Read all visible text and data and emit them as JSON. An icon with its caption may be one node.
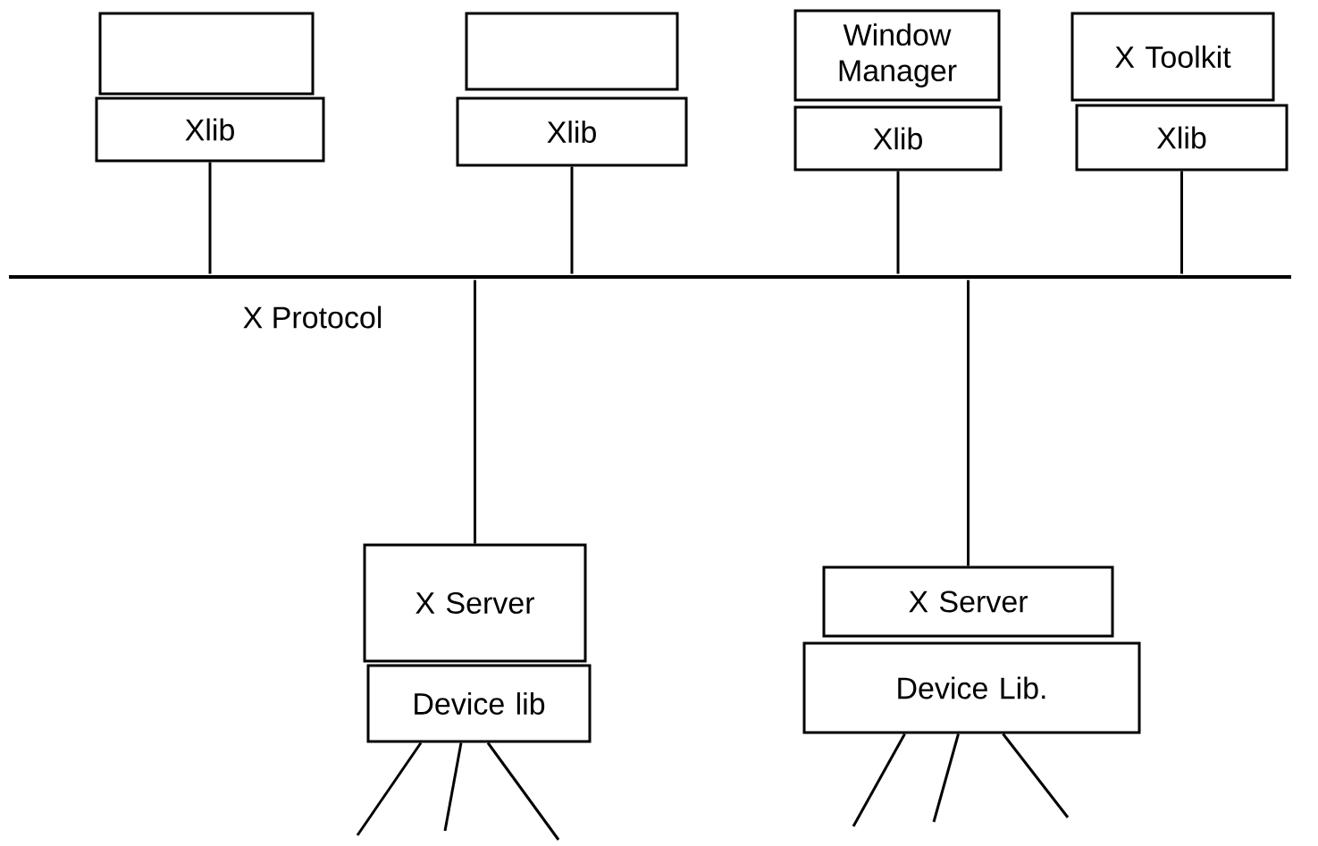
{
  "diagram": {
    "nodes": [
      {
        "text": [],
        "shape": "box"
      },
      {
        "text": [
          "Xlib"
        ]
      },
      {
        "text": [],
        "shape": "box"
      },
      {
        "text": [
          "Xlib"
        ]
      },
      {
        "text": [
          "Window Manager"
        ]
      },
      {
        "text": [
          "Xlib"
        ]
      },
      {
        "text": [
          "X Toolkit"
        ]
      },
      {
        "text": [
          "Xlib"
        ]
      },
      {
        "text": [],
        "shape": "bar",
        "beside": [
          "X Protocol"
        ]
      },
      {
        "text": [
          "X Server"
        ]
      },
      {
        "text": [
          "Device lib"
        ]
      },
      {
        "text": [
          "X Server"
        ]
      },
      {
        "text": [
          "Device Lib."
        ]
      }
    ],
    "edges": [
      {
        "from": 1,
        "to": 8,
        "arrow": "none"
      },
      {
        "from": 3,
        "to": 8,
        "arrow": "none"
      },
      {
        "from": 5,
        "to": 8,
        "arrow": "none"
      },
      {
        "from": 7,
        "to": 8,
        "arrow": "none"
      },
      {
        "from": 8,
        "to": 9,
        "arrow": "none"
      },
      {
        "from": 8,
        "to": 11,
        "arrow": "none"
      },
      {
        "from": 10,
        "to": null,
        "arrow": "none"
      },
      {
        "from": 10,
        "to": null,
        "arrow": "none"
      },
      {
        "from": 10,
        "to": null,
        "arrow": "none"
      },
      {
        "from": 12,
        "to": null,
        "arrow": "none"
      },
      {
        "from": 12,
        "to": null,
        "arrow": "none"
      },
      {
        "from": 12,
        "to": null,
        "arrow": "none"
      }
    ]
  }
}
